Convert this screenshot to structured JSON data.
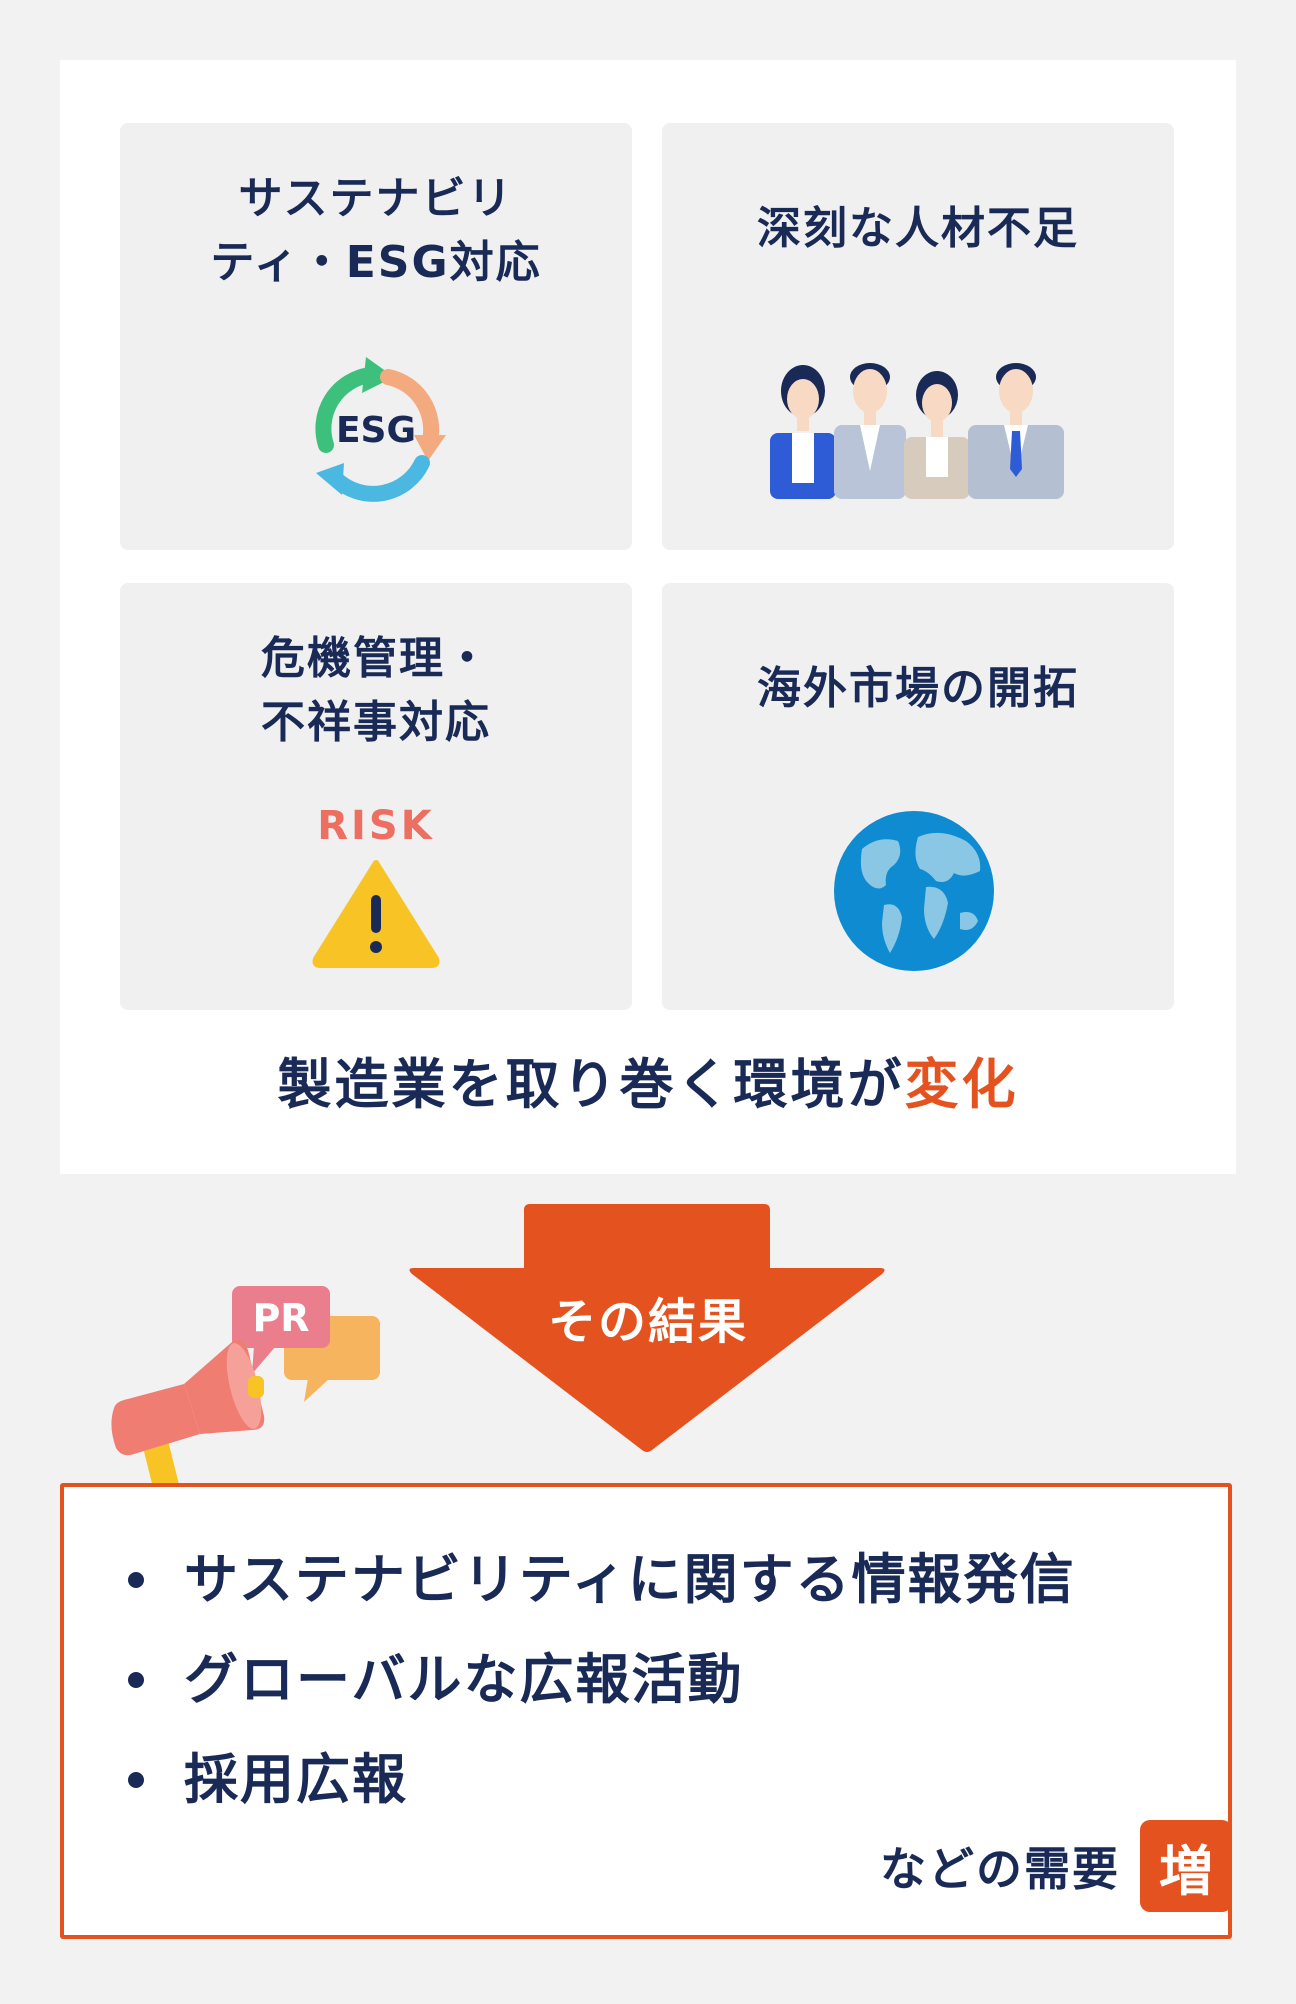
{
  "cards": [
    {
      "title": "サステナビリ\nティ・ESG対応",
      "icon": "esg-cycle-icon",
      "icon_text": "ESG"
    },
    {
      "title": "深刻な人材不足",
      "icon": "people-group-icon"
    },
    {
      "title": "危機管理・\n不祥事対応",
      "icon": "risk-warning-icon",
      "icon_text": "RISK"
    },
    {
      "title": "海外市場の開拓",
      "icon": "globe-icon"
    }
  ],
  "headline": {
    "main": "製造業を取り巻く環境が",
    "accent": "変化"
  },
  "arrow_label": "その結果",
  "pr_badge": "PR",
  "results": [
    "サステナビリティに関する情報発信",
    "グローバルな広報活動",
    "採用広報"
  ],
  "demand": {
    "text": "などの需要",
    "badge": "増"
  },
  "colors": {
    "navy": "#1a2a56",
    "accent": "#e4531f",
    "card_bg": "#f0f0f0",
    "page_bg": "#f2f2f2"
  }
}
